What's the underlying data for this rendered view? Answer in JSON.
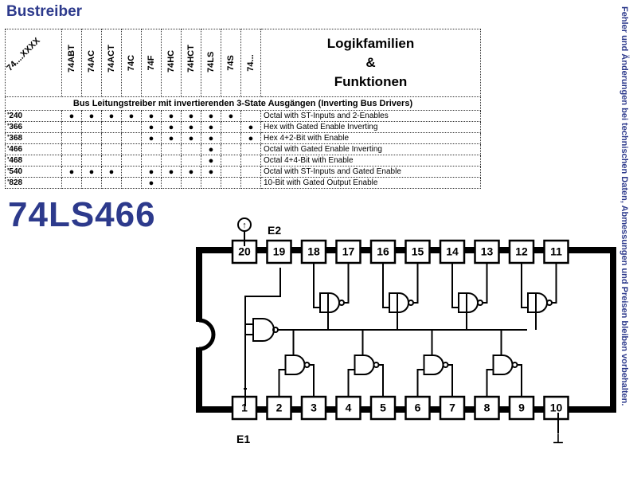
{
  "page_title": "Bustreiber",
  "part_number": "74LS466",
  "side_note": "Fehler und Änderungen bei technischen Daten, Abmessungen und Preisen bleiben vorbehalten.",
  "table": {
    "families": [
      "74....XXXX",
      "74ABT",
      "74AC",
      "74ACT",
      "74C",
      "74F",
      "74HC",
      "74HCT",
      "74LS",
      "74S",
      "74..."
    ],
    "function_header": [
      "Logikfamilien",
      "&",
      "Funktionen"
    ],
    "section_title": "Bus Leitungstreiber mit invertierenden 3-State Ausgängen (Inverting Bus Drivers)",
    "dot_symbol": "●",
    "rows": [
      {
        "part": "'240",
        "dots": [
          1,
          1,
          1,
          1,
          1,
          1,
          1,
          1,
          1,
          0
        ],
        "function": "Octal with ST-Inputs and 2-Enables"
      },
      {
        "part": "'366",
        "dots": [
          0,
          0,
          0,
          0,
          1,
          1,
          1,
          1,
          0,
          1
        ],
        "function": "Hex with Gated Enable Inverting"
      },
      {
        "part": "'368",
        "dots": [
          0,
          0,
          0,
          0,
          1,
          1,
          1,
          1,
          0,
          1
        ],
        "function": "Hex 4+2-Bit with Enable"
      },
      {
        "part": "'466",
        "dots": [
          0,
          0,
          0,
          0,
          0,
          0,
          0,
          1,
          0,
          0
        ],
        "function": "Octal with Gated Enable Inverting"
      },
      {
        "part": "'468",
        "dots": [
          0,
          0,
          0,
          0,
          0,
          0,
          0,
          1,
          0,
          0
        ],
        "function": "Octal 4+4-Bit with Enable"
      },
      {
        "part": "'540",
        "dots": [
          1,
          1,
          1,
          0,
          1,
          1,
          1,
          1,
          0,
          0
        ],
        "function": "Octal with ST-Inputs and Gated Enable"
      },
      {
        "part": "'828",
        "dots": [
          0,
          0,
          0,
          0,
          1,
          0,
          0,
          0,
          0,
          0
        ],
        "function": "10-Bit with Gated Output Enable"
      }
    ]
  },
  "pinout": {
    "top_pins": [
      "20",
      "19",
      "18",
      "17",
      "16",
      "15",
      "14",
      "13",
      "12",
      "11"
    ],
    "bottom_pins": [
      "1",
      "2",
      "3",
      "4",
      "5",
      "6",
      "7",
      "8",
      "9",
      "10"
    ],
    "label_e2": "E2",
    "label_e1": "E1",
    "vcc_symbol": "↑",
    "gnd_symbol": "⊥"
  }
}
